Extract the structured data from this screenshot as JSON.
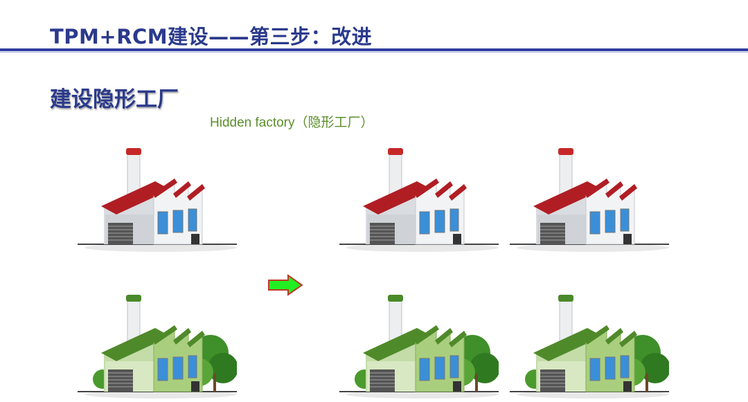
{
  "header": {
    "title": "TPM+RCM建设——第三步：改进",
    "accent_color": "#2f3a9e"
  },
  "section": {
    "title": "建设隐形工厂"
  },
  "caption": {
    "text": "Hidden factory（隐形工厂）",
    "color": "#5a8f2a"
  },
  "illustrations": {
    "factory_red": {
      "icon": "factory-red-roof-icon",
      "roof_color": "#b01e24"
    },
    "factory_green": {
      "icon": "factory-green-trees-icon",
      "roof_color": "#4f8a2a"
    },
    "arrow": {
      "icon": "arrow-right-icon",
      "fill": "#22ee22",
      "stroke": "#c0392b"
    }
  }
}
